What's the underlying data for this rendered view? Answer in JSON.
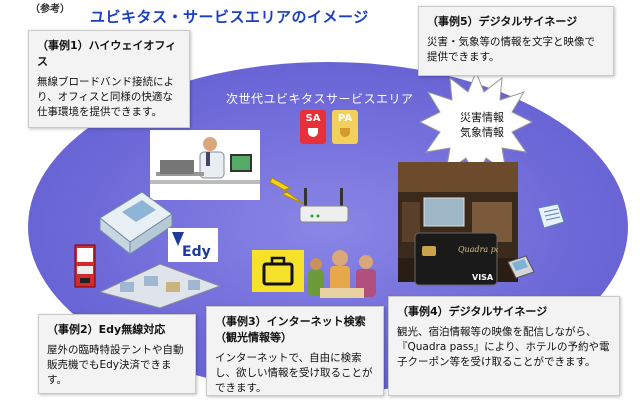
{
  "header": {
    "ref_label": "（参考）",
    "title": "ユビキタス・サービスエリアのイメージ"
  },
  "area": {
    "label": "次世代ユビキタスサービスエリア"
  },
  "badges": {
    "sa": "SA",
    "pa": "PA"
  },
  "burst": {
    "line1": "災害情報",
    "line2": "気象情報"
  },
  "edy": {
    "logo_text": "Edy"
  },
  "card": {
    "logo_text": "Quadra pass",
    "brand": "VISA"
  },
  "cases": {
    "case1": {
      "title": "（事例1）ハイウェイオフィス",
      "body": "無線ブロードバンド接続により、オフィスと同様の快適な仕事環境を提供できます。"
    },
    "case5": {
      "title": "（事例5）デジタルサイネージ",
      "body": "災害・気象等の情報を文字と映像で提供できます。"
    },
    "case2": {
      "title": "（事例2）Edy無線対応",
      "body": "屋外の臨時特設テントや自動販売機でもEdy決済できます。"
    },
    "case3": {
      "title": "（事例3）インターネット検索（観光情報等）",
      "body": "インターネットで、自由に検索し、欲しい情報を受け取ることができます。"
    },
    "case4": {
      "title": "（事例4）デジタルサイネージ",
      "body": "観光、宿泊情報等の映像を配信しながら、『Quadra pass』により、ホテルの予約や電子クーポン等を受け取ることができます。"
    }
  },
  "colors": {
    "title_blue": "#1a3fbf",
    "area_purple": "#6f6ad8",
    "sa_red": "#e8303a",
    "pa_yellow": "#f1d15c"
  }
}
